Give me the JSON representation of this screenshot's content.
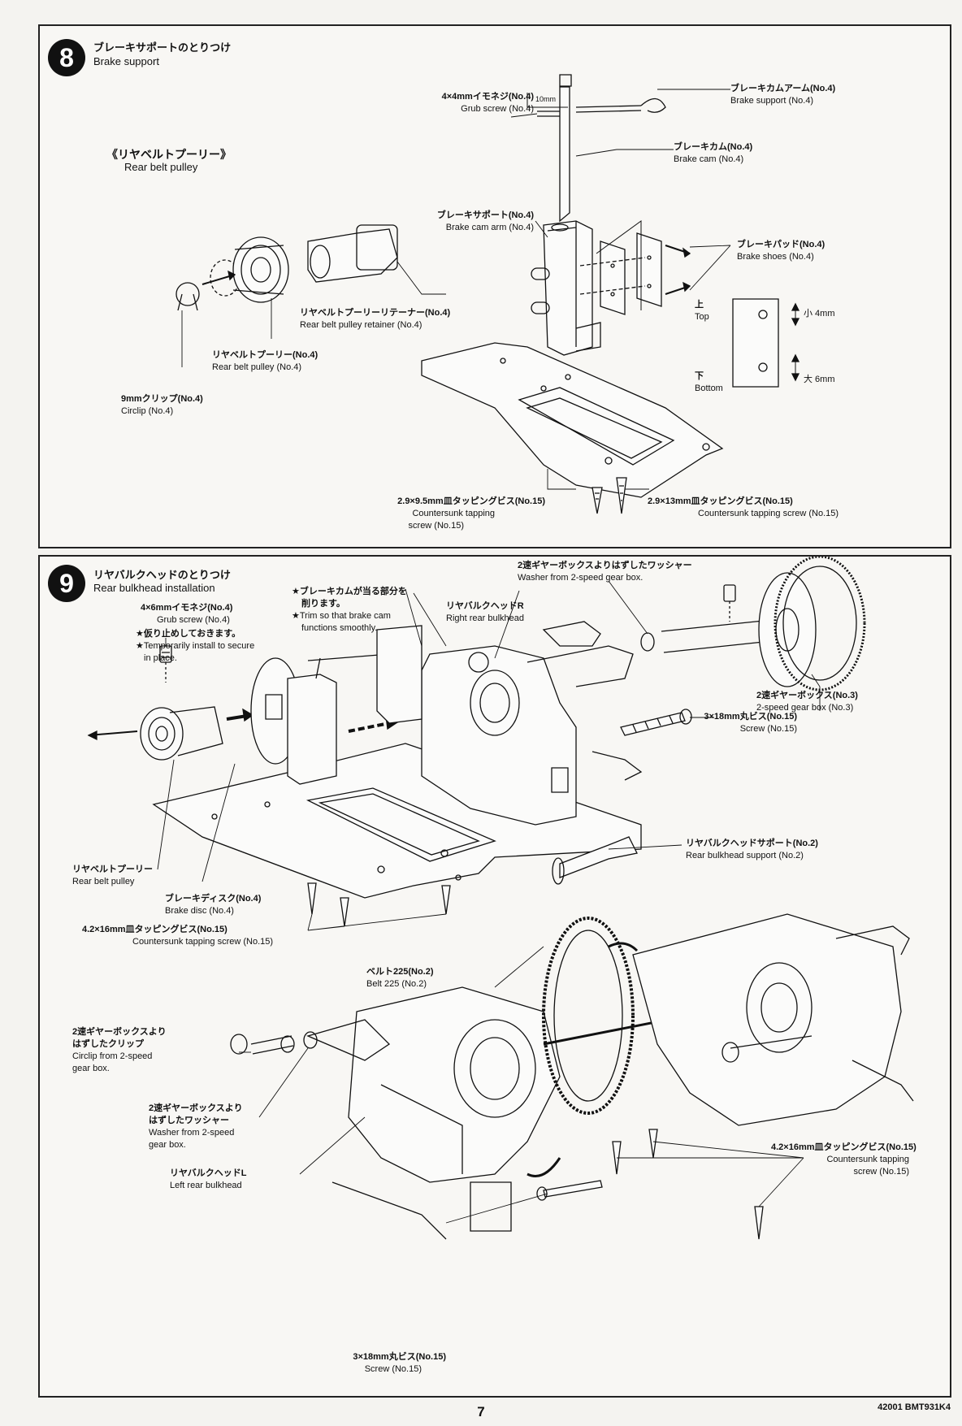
{
  "step8": {
    "number": "8",
    "title_jp": "ブレーキサポートのとりつけ",
    "title_en": "Brake support",
    "subassembly_jp": "《リヤベルトプーリー》",
    "subassembly_en": "Rear belt pulley",
    "dim_10mm": "10mm",
    "labels": {
      "grub_jp": "4×4mmイモネジ(No.4)",
      "grub_en": "Grub screw (No.4)",
      "cam_arm_jp": "ブレーキカムアーム(No.4)",
      "cam_arm_en": "Brake support (No.4)",
      "cam_jp": "ブレーキカム(No.4)",
      "cam_en": "Brake cam (No.4)",
      "support_jp": "ブレーキサポート(No.4)",
      "support_en": "Brake cam arm (No.4)",
      "pads_jp": "ブレーキパッド(No.4)",
      "pads_en": "Brake shoes (No.4)",
      "top_jp": "上",
      "top_en": "Top",
      "bottom_jp": "下",
      "bottom_en": "Bottom",
      "small": "小 4mm",
      "large": "大 6mm",
      "retainer_jp": "リヤベルトプーリーリテーナー(No.4)",
      "retainer_en": "Rear belt pulley retainer (No.4)",
      "pulley_jp": "リヤベルトプーリー(No.4)",
      "pulley_en": "Rear belt pulley (No.4)",
      "clip_jp": "9mmクリップ(No.4)",
      "clip_en": "Circlip (No.4)",
      "screw_left_jp": "2.9×9.5mm皿タッピングビス(No.15)",
      "screw_left_en1": "Countersunk tapping",
      "screw_left_en2": "screw (No.15)",
      "screw_right_jp": "2.9×13mm皿タッピングビス(No.15)",
      "screw_right_en": "Countersunk tapping screw (No.15)"
    }
  },
  "step9": {
    "number": "9",
    "title_jp": "リヤバルクヘッドのとりつけ",
    "title_en": "Rear bulkhead installation",
    "labels": {
      "grub_jp": "4×6mmイモネジ(No.4)",
      "grub_en": "Grub screw (No.4)",
      "temp_jp": "★仮り止めしておきます。",
      "temp_en1": "★Temporarily install to secure",
      "temp_en2": "in place.",
      "trim_jp1": "★ブレーキカムが当る部分を",
      "trim_jp2": "削ります。",
      "trim_en1": "★Trim so that brake cam",
      "trim_en2": "functions smoothly.",
      "right_bh_jp": "リヤバルクヘッドR",
      "right_bh_en": "Right rear bulkhead",
      "washer_jp": "2速ギヤーボックスよりはずしたワッシャー",
      "washer_en": "Washer from 2-speed gear box.",
      "gearbox_jp": "2速ギヤーボックス(No.3)",
      "gearbox_en": "2-speed gear box (No.3)",
      "screw_jp": "3×18mm丸ビス(No.15)",
      "screw_en": "Screw (No.15)",
      "pulley_jp": "リヤベルトプーリー",
      "pulley_en": "Rear belt pulley",
      "disc_jp": "ブレーキディスク(No.4)",
      "disc_en": "Brake disc (No.4)",
      "bh_support_jp": "リヤバルクヘッドサポート(No.2)",
      "bh_support_en": "Rear bulkhead support (No.2)",
      "tap_jp": "4.2×16mm皿タッピングビス(No.15)",
      "tap_en": "Countersunk tapping screw (No.15)",
      "belt_jp": "ベルト225(No.2)",
      "belt_en": "Belt 225 (No.2)",
      "circlip2_jp1": "2速ギヤーボックスより",
      "circlip2_jp2": "はずしたクリップ",
      "circlip2_en1": "Circlip from 2-speed",
      "circlip2_en2": "gear box.",
      "washer2_jp1": "2速ギヤーボックスより",
      "washer2_jp2": "はずしたワッシャー",
      "washer2_en1": "Washer from 2-speed",
      "washer2_en2": "gear box.",
      "left_bh_jp": "リヤバルクヘッドL",
      "left_bh_en": "Left rear bulkhead",
      "screw2_jp": "3×18mm丸ビス(No.15)",
      "screw2_en": "Screw (No.15)",
      "tap2_jp": "4.2×16mm皿タッピングビス(No.15)",
      "tap2_en1": "Countersunk tapping",
      "tap2_en2": "screw (No.15)"
    }
  },
  "footer": {
    "page_number": "7",
    "code": "42001 BMT931K4"
  }
}
